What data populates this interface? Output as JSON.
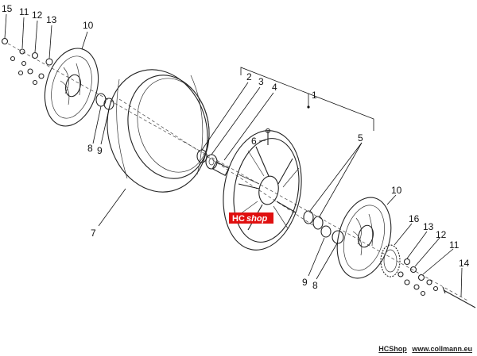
{
  "diagram": {
    "labels": {
      "l15a": "15",
      "l11a": "11",
      "l12a": "12",
      "l13a": "13",
      "l10a": "10",
      "l8a": "8",
      "l9a": "9",
      "l7": "7",
      "l2": "2",
      "l3": "3",
      "l4": "4",
      "l1": "1",
      "l6": "6",
      "l5": "5",
      "l10b": "10",
      "l16": "16",
      "l13b": "13",
      "l12b": "12",
      "l11b": "11",
      "l14": "14",
      "l9b": "9",
      "l8b": "8"
    },
    "watermark": {
      "prefix": "HC",
      "suffix": "shop"
    },
    "footer": {
      "shop": "HCShop",
      "site": "www.collmann.eu"
    },
    "colors": {
      "watermark_bg": "#e01010",
      "ink": "#222222"
    }
  }
}
